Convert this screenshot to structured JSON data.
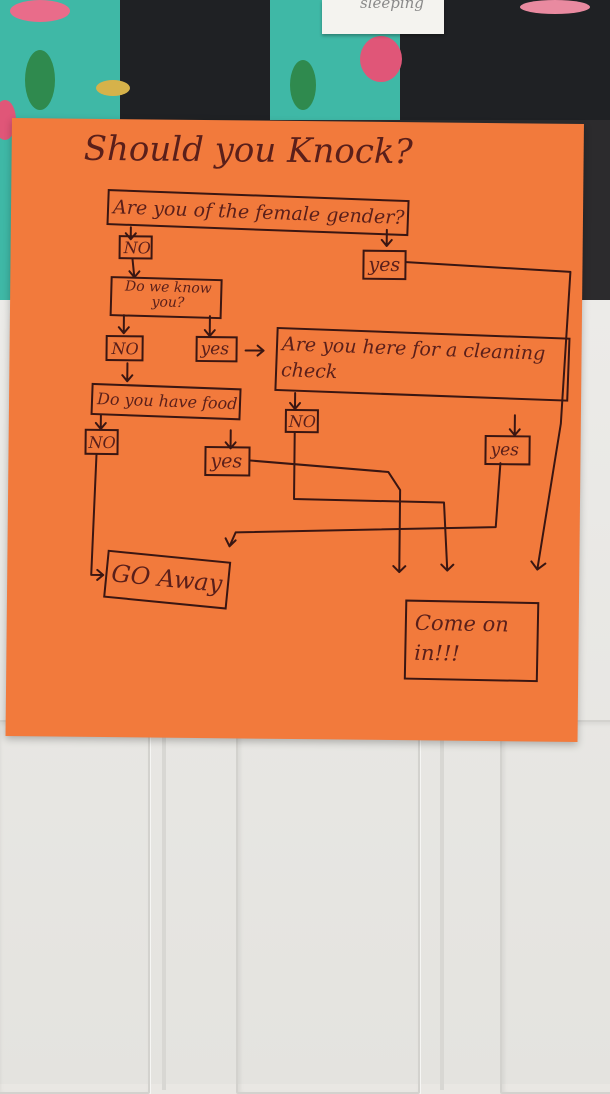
{
  "tag": {
    "text": "sleeping"
  },
  "flowchart": {
    "title": "Should you Knock?",
    "q_gender": "Are you of the female gender?",
    "q_gender_no": "NO",
    "q_gender_yes": "yes",
    "q_know": "Do we know you?",
    "q_know_no": "NO",
    "q_know_yes": "yes",
    "q_cleaning": "Are you here for a cleaning check",
    "q_cleaning_no": "NO",
    "q_cleaning_yes": "yes",
    "q_food": "Do you have food",
    "q_food_no": "NO",
    "q_food_yes": "yes",
    "result_away": "GO Away",
    "result_in": "Come on in!!!"
  },
  "colors": {
    "note": "#f27a3c",
    "ink": "#3a1612",
    "door": "#ecebe8"
  }
}
